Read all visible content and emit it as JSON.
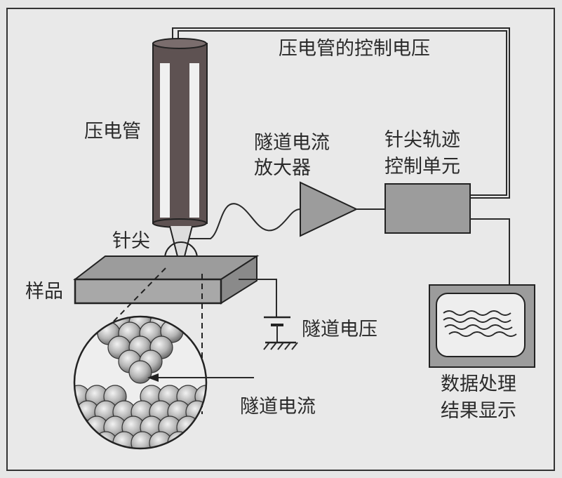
{
  "labels": {
    "control_voltage": "压电管的控制电压",
    "piezo_tube": "压电管",
    "amplifier_line1": "隧道电流",
    "amplifier_line2": "放大器",
    "controller_line1": "针尖轨迹",
    "controller_line2": "控制单元",
    "tip": "针尖",
    "sample": "样品",
    "tunnel_voltage": "隧道电压",
    "tunnel_current": "隧道电流",
    "display_line1": "数据处理",
    "display_line2": "结果显示"
  },
  "colors": {
    "background": "#e6e6e6",
    "tube": "#5e5252",
    "box_fill": "#9c9c9c",
    "atom": "#b8b8b8"
  }
}
